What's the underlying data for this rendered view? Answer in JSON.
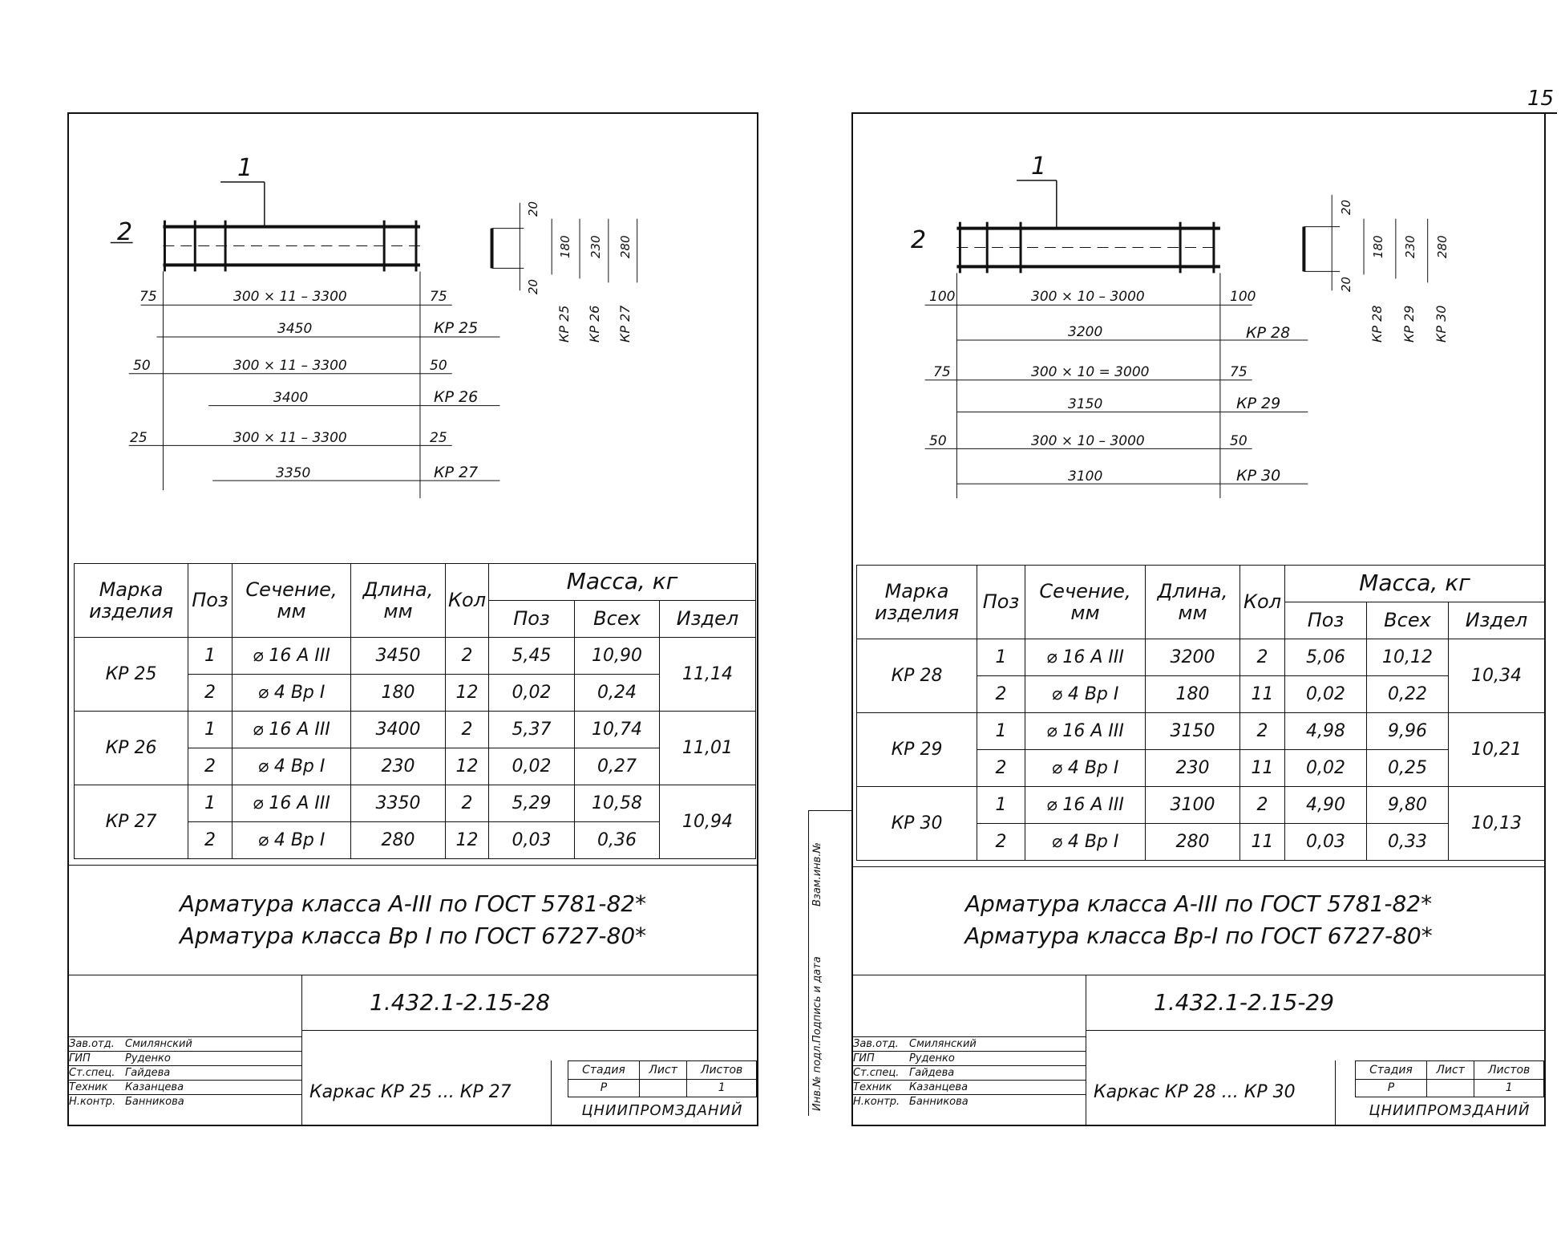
{
  "page_number": "15",
  "sheets": [
    {
      "drawing": {
        "pos_1": "1",
        "pos_2": "2",
        "rows": [
          {
            "left": "75",
            "middle": "300 × 11 – 3300",
            "right": "75",
            "total": "3450",
            "mark": "КР 25"
          },
          {
            "left": "50",
            "middle": "300 × 11 – 3300",
            "right": "50",
            "total": "3400",
            "mark": "КР 26"
          },
          {
            "left": "25",
            "middle": "300 × 11 – 3300",
            "right": "25",
            "total": "3350",
            "mark": "КР 27"
          }
        ],
        "section": {
          "top": "20",
          "bottom": "20",
          "heights": [
            "180",
            "230",
            "280"
          ],
          "marks": [
            "КР 25",
            "КР 26",
            "КР 27"
          ]
        }
      },
      "table": {
        "headers": {
          "mark": "Марка изделия",
          "pos": "Поз",
          "section": "Сечение, мм",
          "length": "Длина, мм",
          "qty": "Кол",
          "mass": "Масса, кг",
          "mass_pos": "Поз",
          "mass_all": "Всех",
          "mass_item": "Издел"
        },
        "groups": [
          {
            "mark": "КР 25",
            "item": "11,14",
            "rows": [
              {
                "pos": "1",
                "section": "⌀ 16 A III",
                "length": "3450",
                "qty": "2",
                "mpos": "5,45",
                "mall": "10,90"
              },
              {
                "pos": "2",
                "section": "⌀ 4 Bp I",
                "length": "180",
                "qty": "12",
                "mpos": "0,02",
                "mall": "0,24"
              }
            ]
          },
          {
            "mark": "КР 26",
            "item": "11,01",
            "rows": [
              {
                "pos": "1",
                "section": "⌀ 16 A III",
                "length": "3400",
                "qty": "2",
                "mpos": "5,37",
                "mall": "10,74"
              },
              {
                "pos": "2",
                "section": "⌀ 4 Bp I",
                "length": "230",
                "qty": "12",
                "mpos": "0,02",
                "mall": "0,27"
              }
            ]
          },
          {
            "mark": "КР 27",
            "item": "10,94",
            "rows": [
              {
                "pos": "1",
                "section": "⌀ 16 A III",
                "length": "3350",
                "qty": "2",
                "mpos": "5,29",
                "mall": "10,58"
              },
              {
                "pos": "2",
                "section": "⌀ 4 Bp I",
                "length": "280",
                "qty": "12",
                "mpos": "0,03",
                "mall": "0,36"
              }
            ]
          }
        ]
      },
      "notes": [
        "Арматура   класса   A-III  по ГОСТ 5781-82*",
        "Арматура   класса   Bp I  по ГОСТ 6727-80*"
      ],
      "stamp": {
        "doc_no": "1.432.1-2.15-28",
        "title": "Каркас  КР 25 ... КР 27",
        "stage_labels": [
          "Стадия",
          "Лист",
          "Листов"
        ],
        "stage_values": [
          "Р",
          "",
          "1"
        ],
        "org": "ЦНИИПРОМЗДАНИЙ",
        "roles": [
          "Зав.отд.",
          "ГИП",
          "Ст.спец.",
          "Техник",
          "Н.контр."
        ],
        "names": [
          "Смилянский",
          "Руденко",
          "Гайдева",
          "Казанцева",
          "Банникова"
        ]
      }
    },
    {
      "drawing": {
        "pos_1": "1",
        "pos_2": "2",
        "rows": [
          {
            "left": "100",
            "middle": "300 × 10 – 3000",
            "right": "100",
            "total": "3200",
            "mark": "КР 28"
          },
          {
            "left": "75",
            "middle": "300 × 10 = 3000",
            "right": "75",
            "total": "3150",
            "mark": "КР 29"
          },
          {
            "left": "50",
            "middle": "300 × 10 – 3000",
            "right": "50",
            "total": "3100",
            "mark": "КР 30"
          }
        ],
        "section": {
          "top": "20",
          "bottom": "20",
          "heights": [
            "180",
            "230",
            "280"
          ],
          "marks": [
            "КР 28",
            "КР 29",
            "КР 30"
          ]
        }
      },
      "table": {
        "headers": {
          "mark": "Марка изделия",
          "pos": "Поз",
          "section": "Сечение, мм",
          "length": "Длина, мм",
          "qty": "Кол",
          "mass": "Масса, кг",
          "mass_pos": "Поз",
          "mass_all": "Всех",
          "mass_item": "Издел"
        },
        "groups": [
          {
            "mark": "КР 28",
            "item": "10,34",
            "rows": [
              {
                "pos": "1",
                "section": "⌀ 16 A III",
                "length": "3200",
                "qty": "2",
                "mpos": "5,06",
                "mall": "10,12"
              },
              {
                "pos": "2",
                "section": "⌀ 4 Bp I",
                "length": "180",
                "qty": "11",
                "mpos": "0,02",
                "mall": "0,22"
              }
            ]
          },
          {
            "mark": "КР 29",
            "item": "10,21",
            "rows": [
              {
                "pos": "1",
                "section": "⌀ 16 A III",
                "length": "3150",
                "qty": "2",
                "mpos": "4,98",
                "mall": "9,96"
              },
              {
                "pos": "2",
                "section": "⌀ 4 Bp I",
                "length": "230",
                "qty": "11",
                "mpos": "0,02",
                "mall": "0,25"
              }
            ]
          },
          {
            "mark": "КР 30",
            "item": "10,13",
            "rows": [
              {
                "pos": "1",
                "section": "⌀ 16 A III",
                "length": "3100",
                "qty": "2",
                "mpos": "4,90",
                "mall": "9,80"
              },
              {
                "pos": "2",
                "section": "⌀ 4 Bp I",
                "length": "280",
                "qty": "11",
                "mpos": "0,03",
                "mall": "0,33"
              }
            ]
          }
        ]
      },
      "notes": [
        "Арматура   класса   A-III  по ГОСТ 5781-82*",
        "Арматура   класса   Bp-I  по ГОСТ 6727-80*"
      ],
      "stamp": {
        "doc_no": "1.432.1-2.15-29",
        "title": "Каркас  КР 28 ... КР 30",
        "stage_labels": [
          "Стадия",
          "Лист",
          "Листов"
        ],
        "stage_values": [
          "Р",
          "",
          "1"
        ],
        "org": "ЦНИИПРОМЗДАНИЙ",
        "roles": [
          "Зав.отд.",
          "ГИП",
          "Ст.спец.",
          "Техник",
          "Н.контр."
        ],
        "names": [
          "Смилянский",
          "Руденко",
          "Гайдева",
          "Казанцева",
          "Банникова"
        ]
      },
      "side_labels": [
        "Взам.инв.№",
        "Подпись и дата",
        "Инв.№ подл."
      ]
    }
  ]
}
